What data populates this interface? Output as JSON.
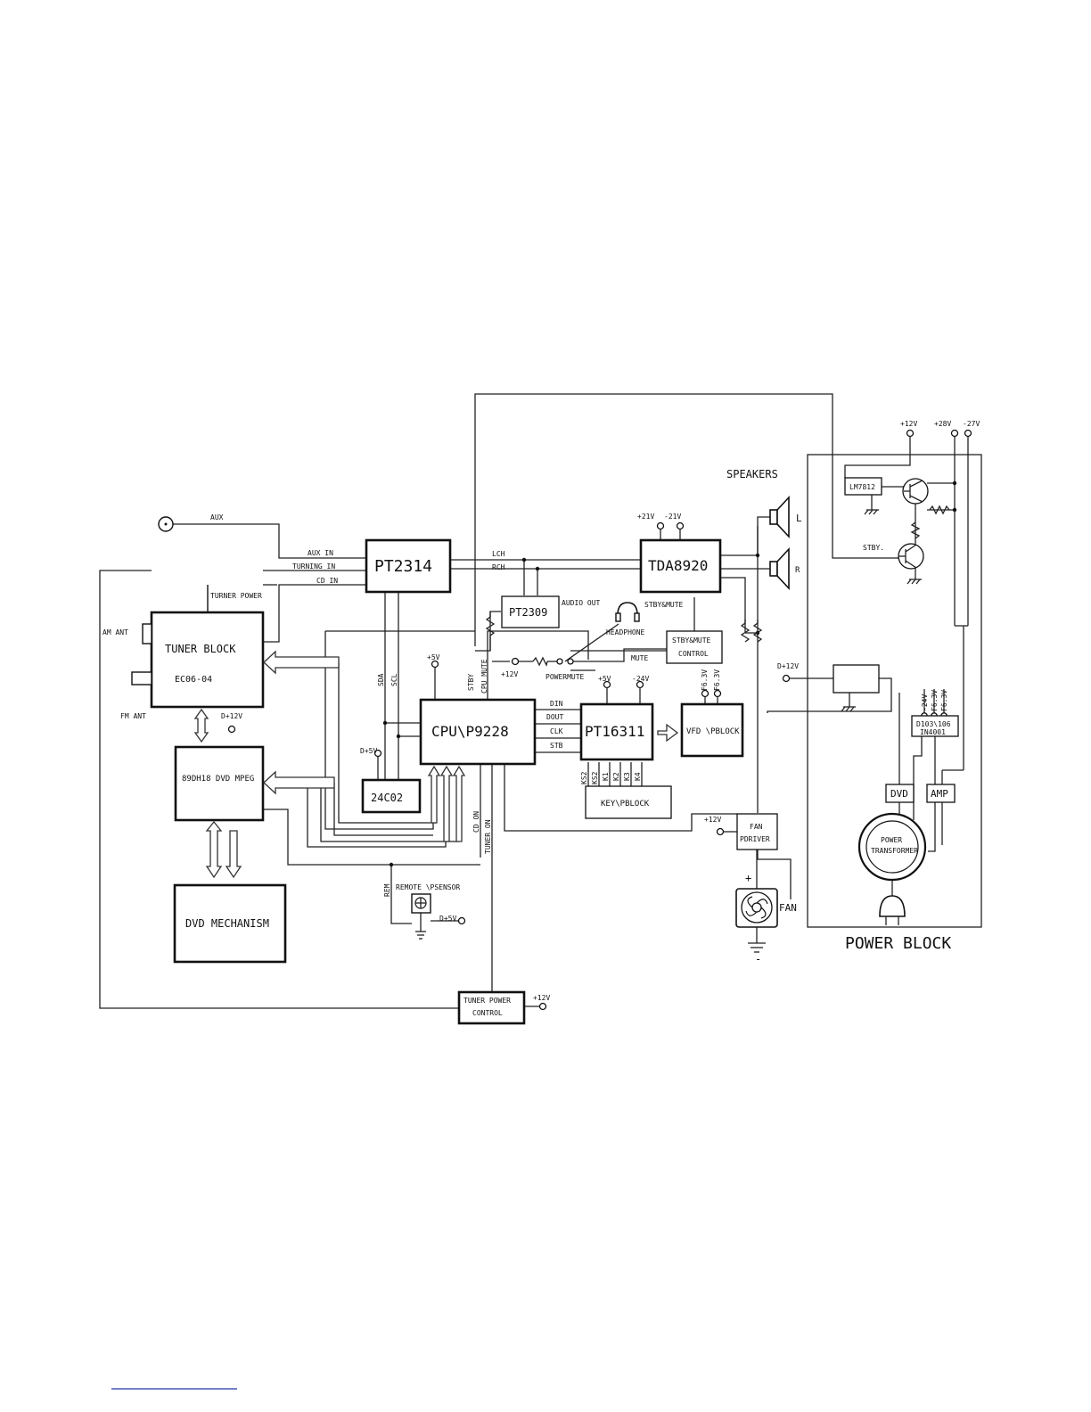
{
  "blocks": {
    "pt2314": "PT2314",
    "tda8920": "TDA8920",
    "pt2309": "PT2309",
    "cpu": "CPU\\P9228",
    "pt16311": "PT16311",
    "vfd": "VFD \\PBLOCK",
    "tuner_title": "TUNER BLOCK",
    "tuner_part": "EC06-04",
    "mpeg": "89DH18 DVD MPEG",
    "eeprom": "24C02",
    "dvd_mech": "DVD MECHANISM",
    "key": "KEY\\PBLOCK",
    "tuner_pwr_line1": "TUNER POWER",
    "tuner_pwr_line2": "CONTROL",
    "stby_ctrl_line1": "STBY&MUTE",
    "stby_ctrl_line2": "CONTROL",
    "fan_drv_line1": "FAN",
    "fan_drv_line2": "PDRIVER",
    "lm7812": "LM7812",
    "diode_line1": "D103\\106",
    "diode_line2": "IN4001",
    "dvd_box": "DVD",
    "amp_box": "AMP",
    "transformer_line1": "POWER",
    "transformer_line2": "TRANSFORMER",
    "power_block": "POWER BLOCK"
  },
  "labels": {
    "aux": "AUX",
    "aux_in": "AUX  IN",
    "turning_in": "TURNING IN",
    "cd_in": "CD IN",
    "turner_power": "TURNER POWER",
    "am_ant": "AM ANT",
    "fm_ant": "FM ANT",
    "lch": "LCH",
    "rch": "RCH",
    "audio_out": "AUDIO OUT",
    "headphone": "HEADPHONE",
    "stby_mute": "STBY&MUTE",
    "mute": "MUTE",
    "powermute": "POWERMUTE",
    "speakers": "SPEAKERS",
    "spk_l": "L",
    "spk_r": "R",
    "sda": "SDA",
    "scl": "SCL",
    "stby": "STBY",
    "cpu_mute": "CPU MUTE",
    "din": "DIN",
    "dout": "DOUT",
    "clk": "CLK",
    "stb": "STB",
    "ks1": "KS2",
    "ks2": "KS2",
    "k1": "K1",
    "k2": "K2",
    "k3": "K3",
    "k4": "K4",
    "cd_on": "CD ON",
    "tuner_on": "TUNER ON",
    "rem": "REM",
    "remote_sensor": "REMOTE \\PSENSOR",
    "fan": "FAN",
    "stby_dot": "STBY.",
    "plus": "+",
    "minus": "-"
  },
  "voltages": {
    "p21": "+21V",
    "m21": "-21V",
    "p5_cpu": "+5V",
    "p5_pt": "+5V",
    "m24_pt": "-24V",
    "d12_mpeg": "D+12V",
    "d5_eeprom": "D+5V",
    "d5_remote": "D+5V",
    "p12_mute": "+12V",
    "f63a": "F6.3V",
    "f63b": "F6.3V",
    "d12_power": "D+12V",
    "p12_fan": "+12V",
    "p12_tuner": "+12V",
    "p12_top": "+12V",
    "p28_top": "+28V",
    "m27_top": "-27V",
    "m24_pb": "-24V",
    "f63c": "F6.3V",
    "f63d": "F6.3V"
  }
}
